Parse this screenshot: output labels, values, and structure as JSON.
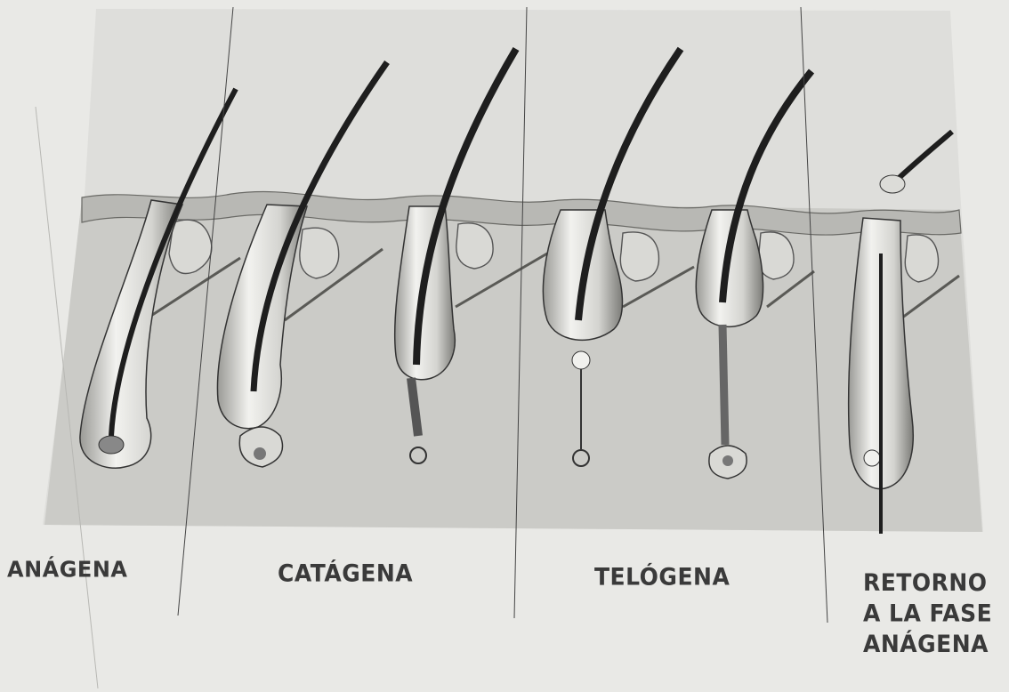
{
  "phases": [
    {
      "id": "anagena",
      "label": "ANÁGENA"
    },
    {
      "id": "catagena",
      "label": "CATÁGENA"
    },
    {
      "id": "telogena",
      "label": "TELÓGENA"
    },
    {
      "id": "retorno",
      "label_lines": [
        "RETORNO",
        "A LA FASE",
        "ANÁGENA"
      ]
    }
  ],
  "colors": {
    "paper": "#e9e9e6",
    "panel": "#d6d6d3",
    "dermis": "#c9c9c5",
    "ink": "#1e1e1e",
    "label": "#3a3a3a"
  }
}
